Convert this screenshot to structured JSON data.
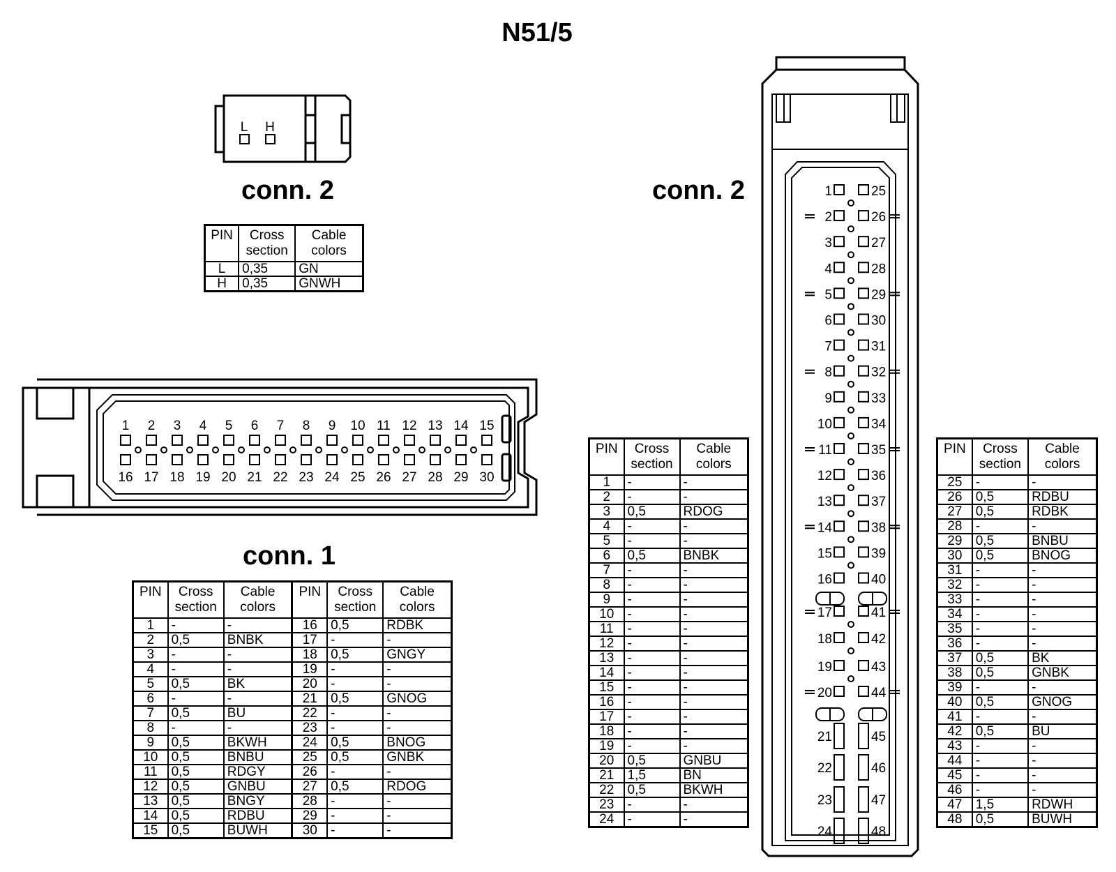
{
  "title": "N51/5",
  "headers": {
    "pin": "PIN",
    "cross_section": [
      "Cross",
      "section"
    ],
    "cable_colors": [
      "Cable",
      "colors"
    ]
  },
  "small_connector": {
    "label": "conn. 2",
    "pin_letters": [
      "L",
      "H"
    ],
    "rows": [
      {
        "pin": "L",
        "cross": "0,35",
        "color": "GN"
      },
      {
        "pin": "H",
        "cross": "0,35",
        "color": "GNWH"
      }
    ]
  },
  "connector_1": {
    "label": "conn. 1",
    "top_pins": [
      "1",
      "2",
      "3",
      "4",
      "5",
      "6",
      "7",
      "8",
      "9",
      "10",
      "11",
      "12",
      "13",
      "14",
      "15"
    ],
    "bottom_pins": [
      "16",
      "17",
      "18",
      "19",
      "20",
      "21",
      "22",
      "23",
      "24",
      "25",
      "26",
      "27",
      "28",
      "29",
      "30"
    ],
    "rows": [
      {
        "pin": "1",
        "cross": "-",
        "color": "-"
      },
      {
        "pin": "2",
        "cross": "0,5",
        "color": "BNBK"
      },
      {
        "pin": "3",
        "cross": "-",
        "color": "-"
      },
      {
        "pin": "4",
        "cross": "-",
        "color": "-"
      },
      {
        "pin": "5",
        "cross": "0,5",
        "color": "BK"
      },
      {
        "pin": "6",
        "cross": "-",
        "color": "-"
      },
      {
        "pin": "7",
        "cross": "0,5",
        "color": "BU"
      },
      {
        "pin": "8",
        "cross": "-",
        "color": "-"
      },
      {
        "pin": "9",
        "cross": "0,5",
        "color": "BKWH"
      },
      {
        "pin": "10",
        "cross": "0,5",
        "color": "BNBU"
      },
      {
        "pin": "11",
        "cross": "0,5",
        "color": "RDGY"
      },
      {
        "pin": "12",
        "cross": "0,5",
        "color": "GNBU"
      },
      {
        "pin": "13",
        "cross": "0,5",
        "color": "BNGY"
      },
      {
        "pin": "14",
        "cross": "0,5",
        "color": "RDBU"
      },
      {
        "pin": "15",
        "cross": "0,5",
        "color": "BUWH"
      },
      {
        "pin": "16",
        "cross": "0,5",
        "color": "RDBK"
      },
      {
        "pin": "17",
        "cross": "-",
        "color": "-"
      },
      {
        "pin": "18",
        "cross": "0,5",
        "color": "GNGY"
      },
      {
        "pin": "19",
        "cross": "-",
        "color": "-"
      },
      {
        "pin": "20",
        "cross": "-",
        "color": "-"
      },
      {
        "pin": "21",
        "cross": "0,5",
        "color": "GNOG"
      },
      {
        "pin": "22",
        "cross": "-",
        "color": "-"
      },
      {
        "pin": "23",
        "cross": "-",
        "color": "-"
      },
      {
        "pin": "24",
        "cross": "0,5",
        "color": "BNOG"
      },
      {
        "pin": "25",
        "cross": "0,5",
        "color": "GNBK"
      },
      {
        "pin": "26",
        "cross": "-",
        "color": "-"
      },
      {
        "pin": "27",
        "cross": "0,5",
        "color": "RDOG"
      },
      {
        "pin": "28",
        "cross": "-",
        "color": "-"
      },
      {
        "pin": "29",
        "cross": "-",
        "color": "-"
      },
      {
        "pin": "30",
        "cross": "-",
        "color": "-"
      }
    ]
  },
  "connector_2": {
    "label": "conn. 2",
    "left_pins": [
      "1",
      "2",
      "3",
      "4",
      "5",
      "6",
      "7",
      "8",
      "9",
      "10",
      "11",
      "12",
      "13",
      "14",
      "15",
      "16",
      "17",
      "18",
      "19",
      "20",
      "21",
      "22",
      "23",
      "24"
    ],
    "right_pins": [
      "25",
      "26",
      "27",
      "28",
      "29",
      "30",
      "31",
      "32",
      "33",
      "34",
      "35",
      "36",
      "37",
      "38",
      "39",
      "40",
      "41",
      "42",
      "43",
      "44",
      "45",
      "46",
      "47",
      "48"
    ],
    "rows": [
      {
        "pin": "1",
        "cross": "-",
        "color": "-"
      },
      {
        "pin": "2",
        "cross": "-",
        "color": "-"
      },
      {
        "pin": "3",
        "cross": "0,5",
        "color": "RDOG"
      },
      {
        "pin": "4",
        "cross": "-",
        "color": "-"
      },
      {
        "pin": "5",
        "cross": "-",
        "color": "-"
      },
      {
        "pin": "6",
        "cross": "0,5",
        "color": "BNBK"
      },
      {
        "pin": "7",
        "cross": "-",
        "color": "-"
      },
      {
        "pin": "8",
        "cross": "-",
        "color": "-"
      },
      {
        "pin": "9",
        "cross": "-",
        "color": "-"
      },
      {
        "pin": "10",
        "cross": "-",
        "color": "-"
      },
      {
        "pin": "11",
        "cross": "-",
        "color": "-"
      },
      {
        "pin": "12",
        "cross": "-",
        "color": "-"
      },
      {
        "pin": "13",
        "cross": "-",
        "color": "-"
      },
      {
        "pin": "14",
        "cross": "-",
        "color": "-"
      },
      {
        "pin": "15",
        "cross": "-",
        "color": "-"
      },
      {
        "pin": "16",
        "cross": "-",
        "color": "-"
      },
      {
        "pin": "17",
        "cross": "-",
        "color": "-"
      },
      {
        "pin": "18",
        "cross": "-",
        "color": "-"
      },
      {
        "pin": "19",
        "cross": "-",
        "color": "-"
      },
      {
        "pin": "20",
        "cross": "0,5",
        "color": "GNBU"
      },
      {
        "pin": "21",
        "cross": "1,5",
        "color": "BN"
      },
      {
        "pin": "22",
        "cross": "0,5",
        "color": "BKWH"
      },
      {
        "pin": "23",
        "cross": "-",
        "color": "-"
      },
      {
        "pin": "24",
        "cross": "-",
        "color": "-"
      },
      {
        "pin": "25",
        "cross": "-",
        "color": "-"
      },
      {
        "pin": "26",
        "cross": "0,5",
        "color": "RDBU"
      },
      {
        "pin": "27",
        "cross": "0,5",
        "color": "RDBK"
      },
      {
        "pin": "28",
        "cross": "-",
        "color": "-"
      },
      {
        "pin": "29",
        "cross": "0,5",
        "color": "BNBU"
      },
      {
        "pin": "30",
        "cross": "0,5",
        "color": "BNOG"
      },
      {
        "pin": "31",
        "cross": "-",
        "color": "-"
      },
      {
        "pin": "32",
        "cross": "-",
        "color": "-"
      },
      {
        "pin": "33",
        "cross": "-",
        "color": "-"
      },
      {
        "pin": "34",
        "cross": "-",
        "color": "-"
      },
      {
        "pin": "35",
        "cross": "-",
        "color": "-"
      },
      {
        "pin": "36",
        "cross": "-",
        "color": "-"
      },
      {
        "pin": "37",
        "cross": "0,5",
        "color": "BK"
      },
      {
        "pin": "38",
        "cross": "0,5",
        "color": "GNBK"
      },
      {
        "pin": "39",
        "cross": "-",
        "color": "-"
      },
      {
        "pin": "40",
        "cross": "0,5",
        "color": "GNOG"
      },
      {
        "pin": "41",
        "cross": "-",
        "color": "-"
      },
      {
        "pin": "42",
        "cross": "0,5",
        "color": "BU"
      },
      {
        "pin": "43",
        "cross": "-",
        "color": "-"
      },
      {
        "pin": "44",
        "cross": "-",
        "color": "-"
      },
      {
        "pin": "45",
        "cross": "-",
        "color": "-"
      },
      {
        "pin": "46",
        "cross": "-",
        "color": "-"
      },
      {
        "pin": "47",
        "cross": "1,5",
        "color": "RDWH"
      },
      {
        "pin": "48",
        "cross": "0,5",
        "color": "BUWH"
      }
    ]
  }
}
